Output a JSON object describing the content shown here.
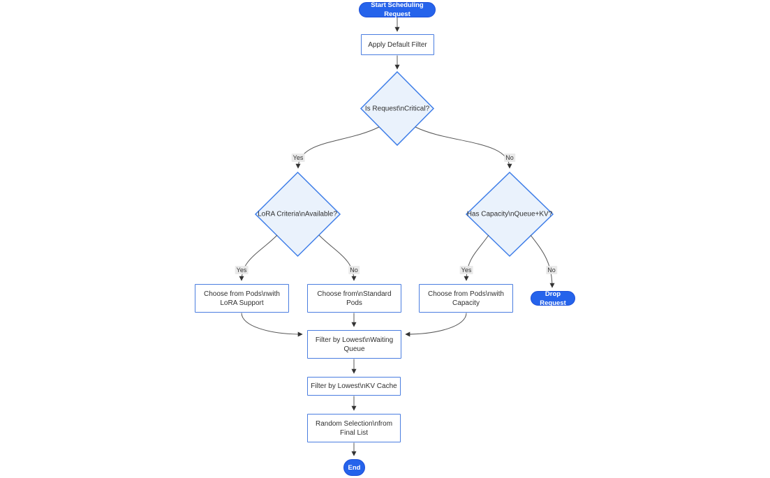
{
  "diagram": {
    "type": "flowchart",
    "direction": "top-down",
    "colors": {
      "terminal_fill": "#2563eb",
      "terminal_text": "#ffffff",
      "process_fill": "#ffffff",
      "process_border": "#4a7de0",
      "decision_fill": "#eaf2fc",
      "decision_border": "#3f7ee8",
      "edge_line": "#555555",
      "arrowhead": "#333333",
      "edge_label_bg": "#e8e8e8",
      "text": "#333333"
    },
    "nodes": {
      "start": {
        "shape": "stadium",
        "label": "Start Scheduling Request"
      },
      "apply_filter": {
        "shape": "rect",
        "label": "Apply Default Filter"
      },
      "is_critical": {
        "shape": "diamond",
        "label": "Is Request\\nCritical?"
      },
      "lora_criteria": {
        "shape": "diamond",
        "label": "LoRA Criteria\\nAvailable?"
      },
      "has_capacity": {
        "shape": "diamond",
        "label": "Has Capacity\\nQueue+KV?"
      },
      "choose_lora": {
        "shape": "rect",
        "label": "Choose from Pods\\nwith LoRA Support"
      },
      "choose_standard": {
        "shape": "rect",
        "label": "Choose from\\nStandard Pods"
      },
      "choose_capacity": {
        "shape": "rect",
        "label": "Choose from Pods\\nwith Capacity"
      },
      "drop_request": {
        "shape": "stadium",
        "label": "Drop Request"
      },
      "filter_queue": {
        "shape": "rect",
        "label": "Filter by Lowest\\nWaiting Queue"
      },
      "filter_kv": {
        "shape": "rect",
        "label": "Filter by Lowest\\nKV Cache"
      },
      "random_selection": {
        "shape": "rect",
        "label": "Random Selection\\nfrom Final List"
      },
      "end": {
        "shape": "stadium",
        "label": "End"
      }
    },
    "edge_labels": {
      "critical_yes": "Yes",
      "critical_no": "No",
      "lora_yes": "Yes",
      "lora_no": "No",
      "capacity_yes": "Yes",
      "capacity_no": "No"
    }
  }
}
